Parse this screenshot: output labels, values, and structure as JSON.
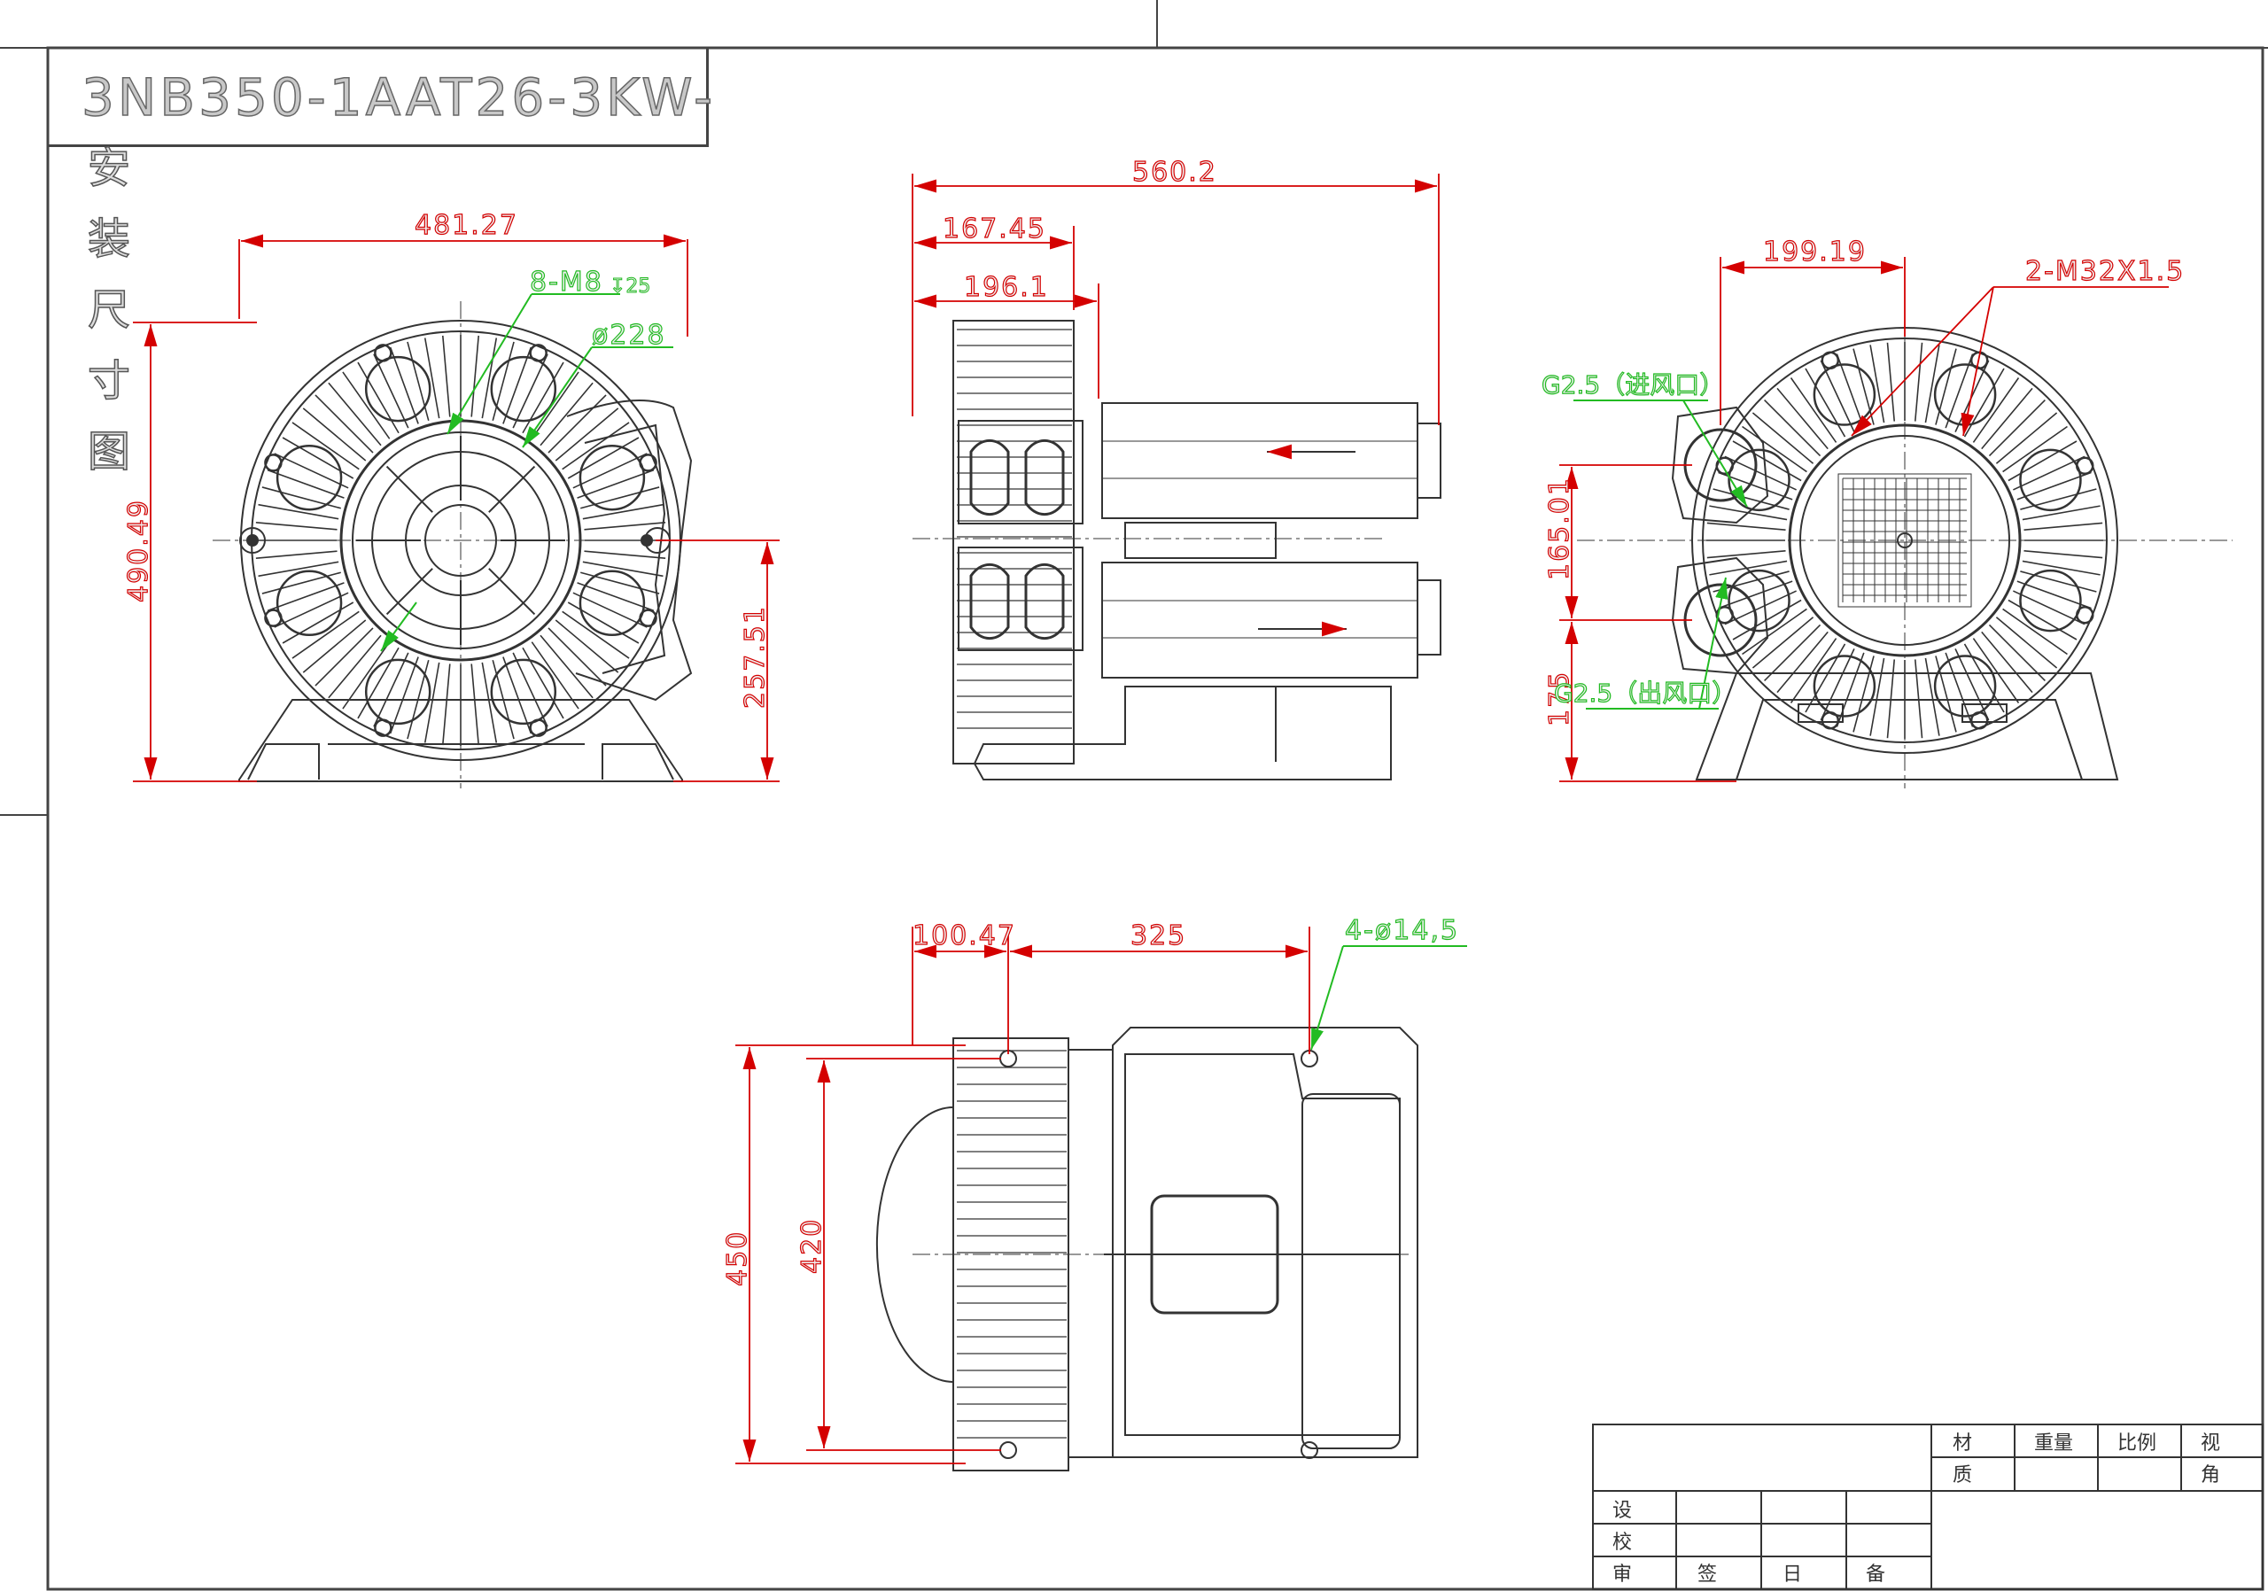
{
  "drawing": {
    "title": "3NB350-1AAT26-3KW-",
    "subtitle_chars": [
      "安",
      "装",
      "尺",
      "寸",
      "图"
    ]
  },
  "views": {
    "front": {
      "width_dim": "481.27",
      "height_dim": "490.49",
      "center_height_dim": "257.51",
      "bolt_note": "8-M8",
      "bolt_depth": "↧25",
      "bolt_circle": "ø228"
    },
    "side": {
      "total_length": "560.2",
      "dim_a": "167.45",
      "dim_b": "196.1"
    },
    "right": {
      "port_spacing_h": "199.19",
      "conduit_note": "2-M32X1.5",
      "inlet_note": "G2.5（进风口）",
      "outlet_note": "G2.5（出风口）",
      "port_spacing_v": "165.01",
      "outlet_height": "175"
    },
    "bottom": {
      "offset": "100.47",
      "hole_spacing": "325",
      "holes_note": "4-ø14,5",
      "depth_total": "450",
      "depth_holes": "420"
    }
  },
  "title_block": {
    "material": "材",
    "quality": "质",
    "weight": "重量",
    "scale": "比例",
    "view": "视",
    "view_sub": "角",
    "design": "设",
    "check": "校",
    "approve": "审",
    "sign": "签",
    "date": "日",
    "remark": "备"
  },
  "colors": {
    "line": "#333333",
    "dimension": "#d40000",
    "note": "#22bb22",
    "text_fill": "#e6e6e6"
  }
}
